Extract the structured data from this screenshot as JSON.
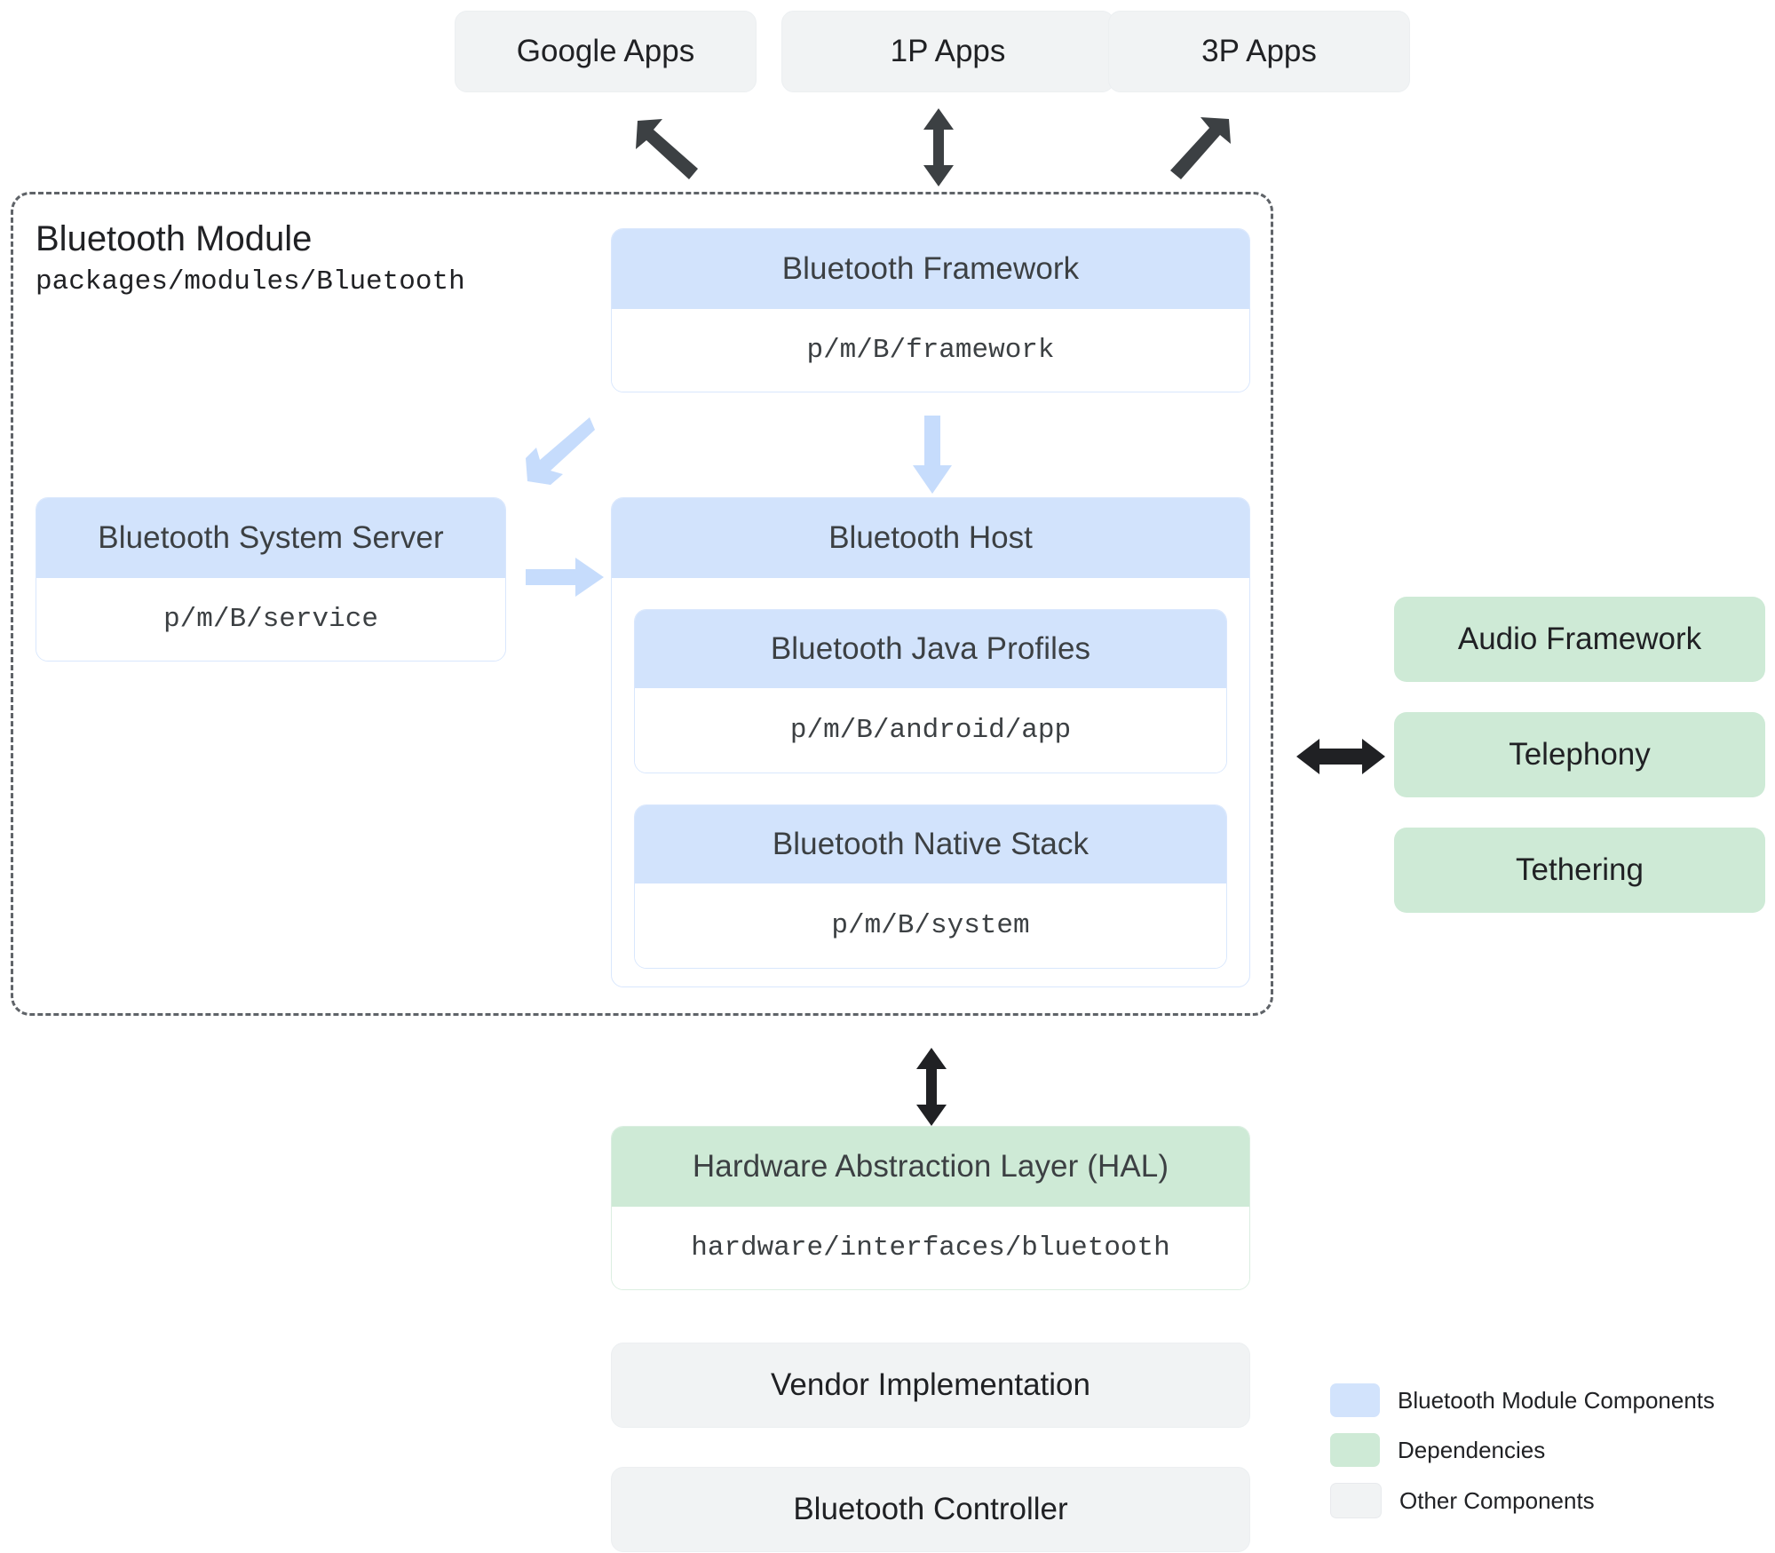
{
  "top_apps": [
    {
      "label": "Google Apps",
      "arrow": "diagonal-down-right-arrow"
    },
    {
      "label": "1P Apps",
      "arrow": "vertical-double-arrow"
    },
    {
      "label": "3P Apps",
      "arrow": "diagonal-up-right-arrow"
    }
  ],
  "module": {
    "title": "Bluetooth Module",
    "path": "packages/modules/Bluetooth"
  },
  "framework": {
    "title": "Bluetooth Framework",
    "path": "p/m/B/framework"
  },
  "system_server": {
    "title": "Bluetooth System Server",
    "path": "p/m/B/service"
  },
  "host": {
    "title": "Bluetooth Host",
    "children": [
      {
        "title": "Bluetooth Java Profiles",
        "path": "p/m/B/android/app"
      },
      {
        "title": "Bluetooth Native Stack",
        "path": "p/m/B/system"
      }
    ]
  },
  "dependencies": [
    {
      "label": "Audio Framework"
    },
    {
      "label": "Telephony"
    },
    {
      "label": "Tethering"
    }
  ],
  "hal": {
    "title": "Hardware Abstraction Layer (HAL)",
    "path": "hardware/interfaces/bluetooth"
  },
  "bottom": [
    {
      "label": "Vendor Implementation"
    },
    {
      "label": "Bluetooth Controller"
    }
  ],
  "legend": [
    {
      "label": "Bluetooth Module Components",
      "color": "#d2e3fc"
    },
    {
      "label": "Dependencies",
      "color": "#ceead6"
    },
    {
      "label": "Other Components",
      "color": "#f1f3f4"
    }
  ],
  "colors": {
    "module_blue": "#d2e3fc",
    "dependency_green": "#ceead6",
    "other_grey": "#f1f3f4",
    "arrow_dark": "#3c4043",
    "arrow_light": "#c6dcfc",
    "dashed_border": "#5f6368"
  }
}
